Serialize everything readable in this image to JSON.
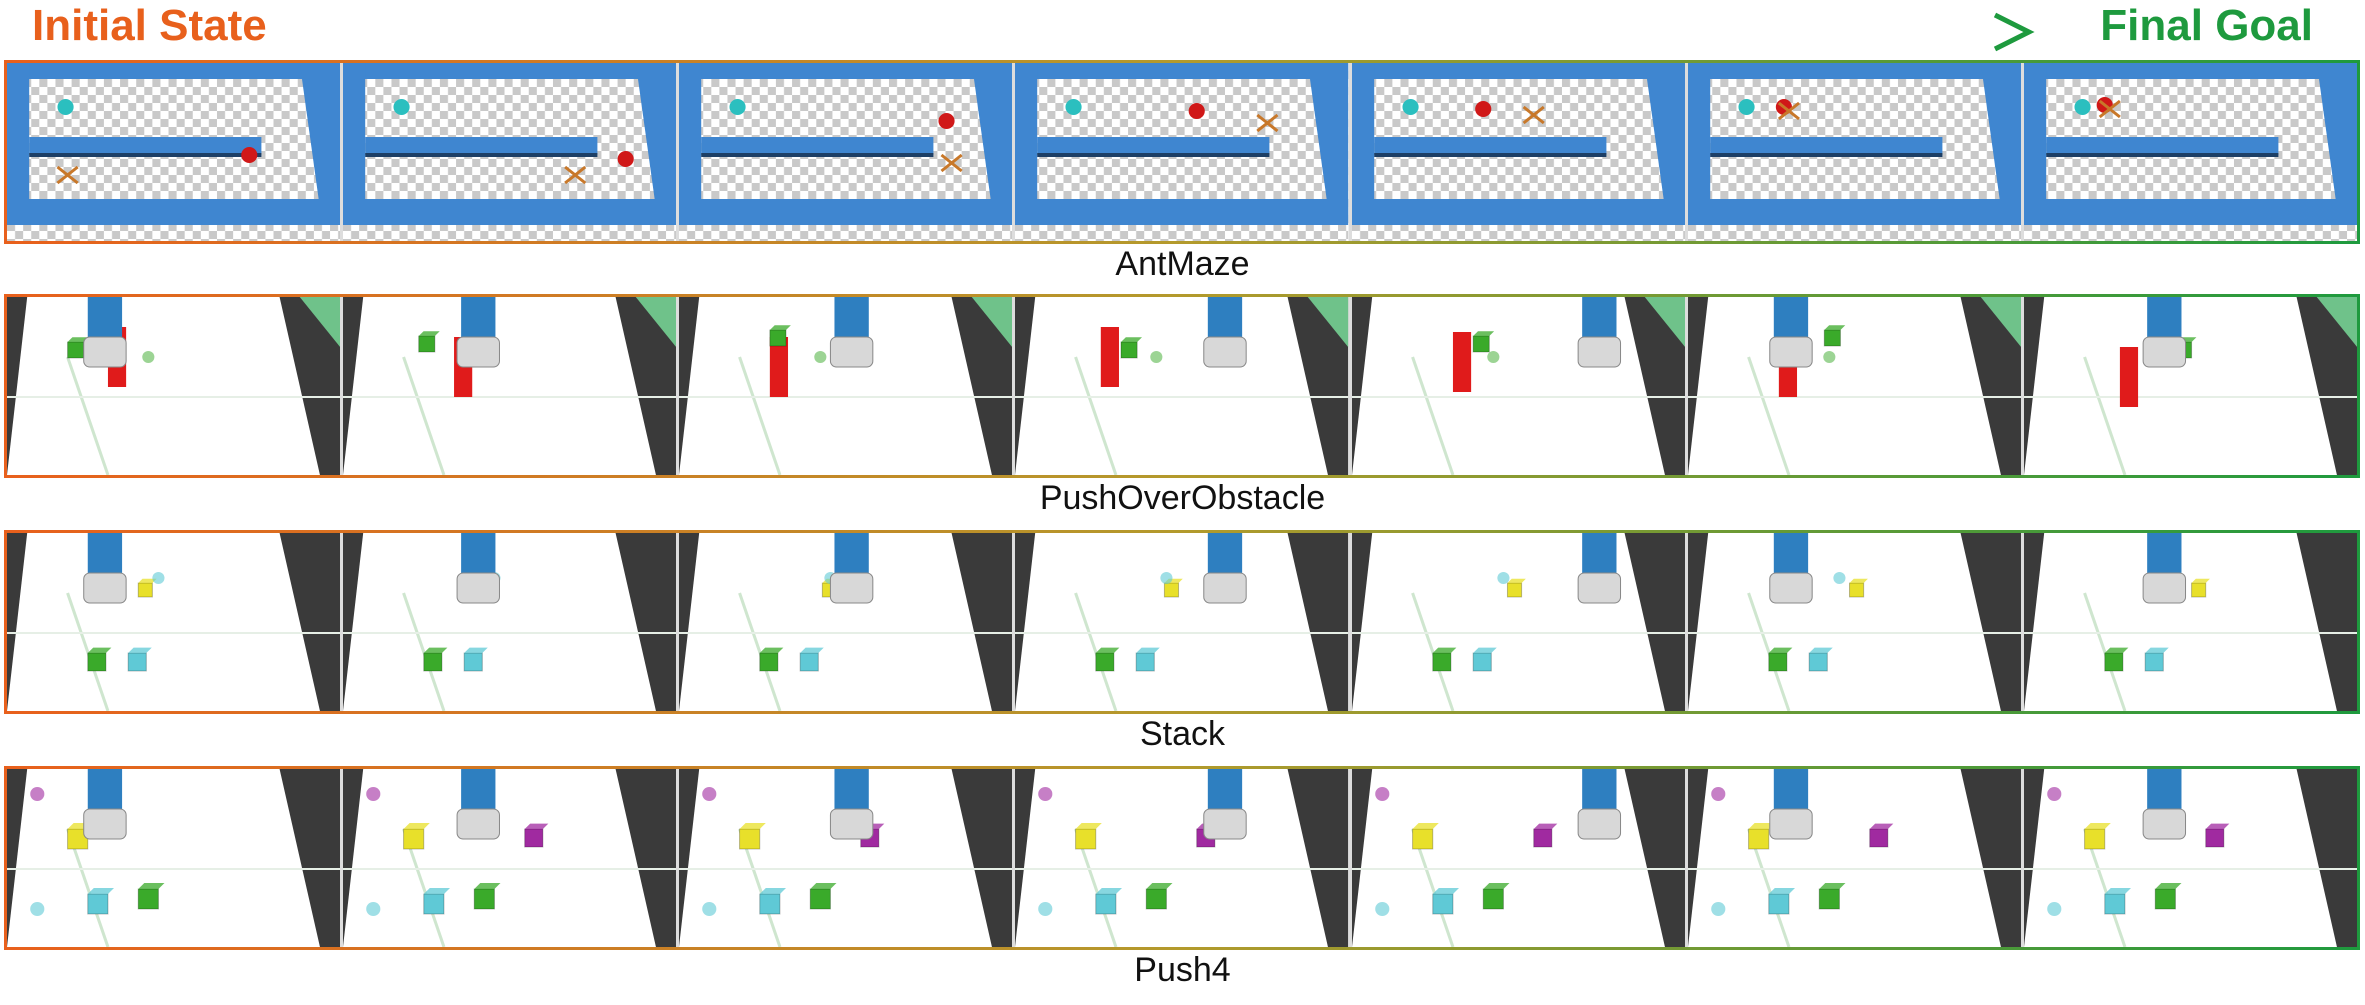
{
  "header": {
    "initial_label": "Initial State",
    "final_label": "Final Goal",
    "colors": {
      "initial": "#e8601c",
      "final": "#1e9a3e"
    }
  },
  "rows": [
    {
      "id": "antmaze",
      "caption": "AntMaze",
      "frames": 7
    },
    {
      "id": "push-over-obstacle",
      "caption": "PushOverObstacle",
      "frames": 7
    },
    {
      "id": "stack",
      "caption": "Stack",
      "frames": 7
    },
    {
      "id": "push4",
      "caption": "Push4",
      "frames": 7
    }
  ],
  "colors": {
    "maze_wall": "#3f86d0",
    "goal_ball": "#2bbfbf",
    "agent_ball": "#d01818",
    "obstacle": "#e01b1b",
    "block_green": "#3aaa2a",
    "block_cyan": "#5fc9d6",
    "block_yellow": "#e8e02a",
    "block_purple": "#a02aa0",
    "robot_arm": "#2e7fc0",
    "table": "#ffffff",
    "table_side": "#3a3a3a"
  }
}
